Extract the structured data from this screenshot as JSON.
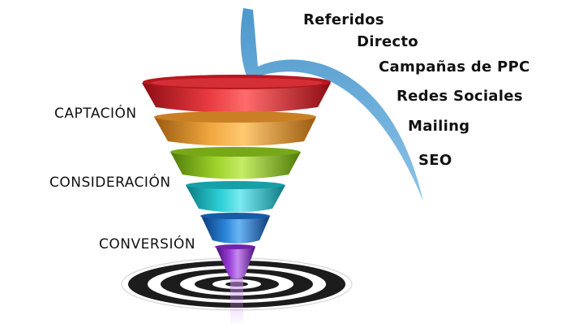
{
  "stages": [
    {
      "label": "CAPTACIÓN"
    },
    {
      "label": "CONSIDERACIÓN"
    },
    {
      "label": "CONVERSIÓN"
    }
  ],
  "sources": [
    {
      "label": "Referidos"
    },
    {
      "label": "Directo"
    },
    {
      "label": "Campañas de PPC"
    },
    {
      "label": "Redes Sociales"
    },
    {
      "label": "Mailing"
    },
    {
      "label": "SEO"
    }
  ],
  "funnel_layers": [
    {
      "name": "red-layer",
      "color": "#d8202a"
    },
    {
      "name": "orange-layer",
      "color": "#e8952a"
    },
    {
      "name": "green-layer",
      "color": "#8cc21f"
    },
    {
      "name": "cyan-layer",
      "color": "#1ec0c8"
    },
    {
      "name": "blue-layer",
      "color": "#1d6fc4"
    },
    {
      "name": "purple-layer",
      "color": "#8a2bc8"
    }
  ],
  "colors": {
    "arrow": "#6aaedb",
    "target_dark": "#1c1c1c",
    "text": "#111111"
  }
}
